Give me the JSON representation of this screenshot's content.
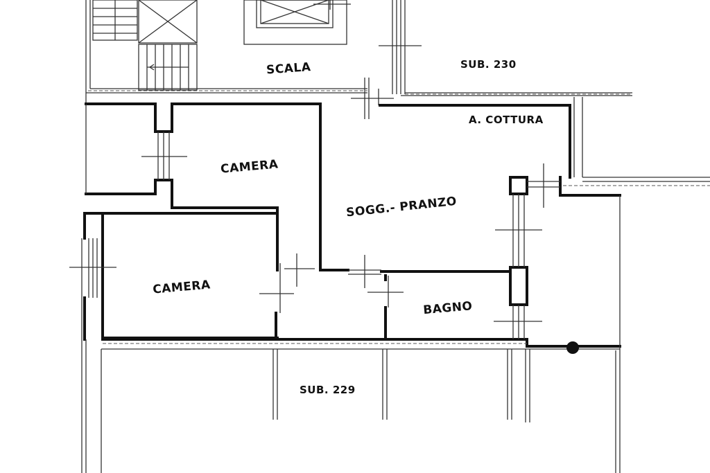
{
  "rooms": {
    "scala": "SCALA",
    "sub_230": "SUB. 230",
    "angolo_cottura": "A. COTTURA",
    "camera_upper": "CAMERA",
    "soggiorno_pranzo": "SOGG.- PRANZO",
    "camera_lower": "CAMERA",
    "bagno": "BAGNO",
    "sub_229": "SUB. 229"
  },
  "colors": {
    "wall": "#111111",
    "background": "#ffffff"
  }
}
